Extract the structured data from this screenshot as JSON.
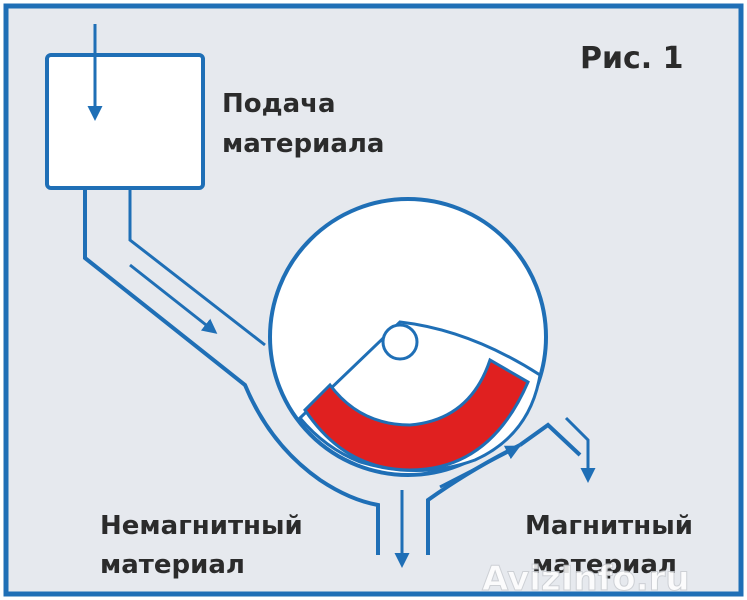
{
  "figure_label": "Рис. 1",
  "labels": {
    "feed_line1": "Подача",
    "feed_line2": "материала",
    "nonmagnetic_line1": "Немагнитный",
    "nonmagnetic_line2": "материал",
    "magnetic_line1": "Магнитный",
    "magnetic_line2": "материал"
  },
  "watermark": "AvizInfo.ru",
  "colors": {
    "background": "#e6e9ee",
    "frame": "#1f6fb6",
    "drum_fill": "#ffffff",
    "magnet": "#e02020",
    "arrow": "#1f6fb6",
    "text": "#2b2b2b"
  }
}
